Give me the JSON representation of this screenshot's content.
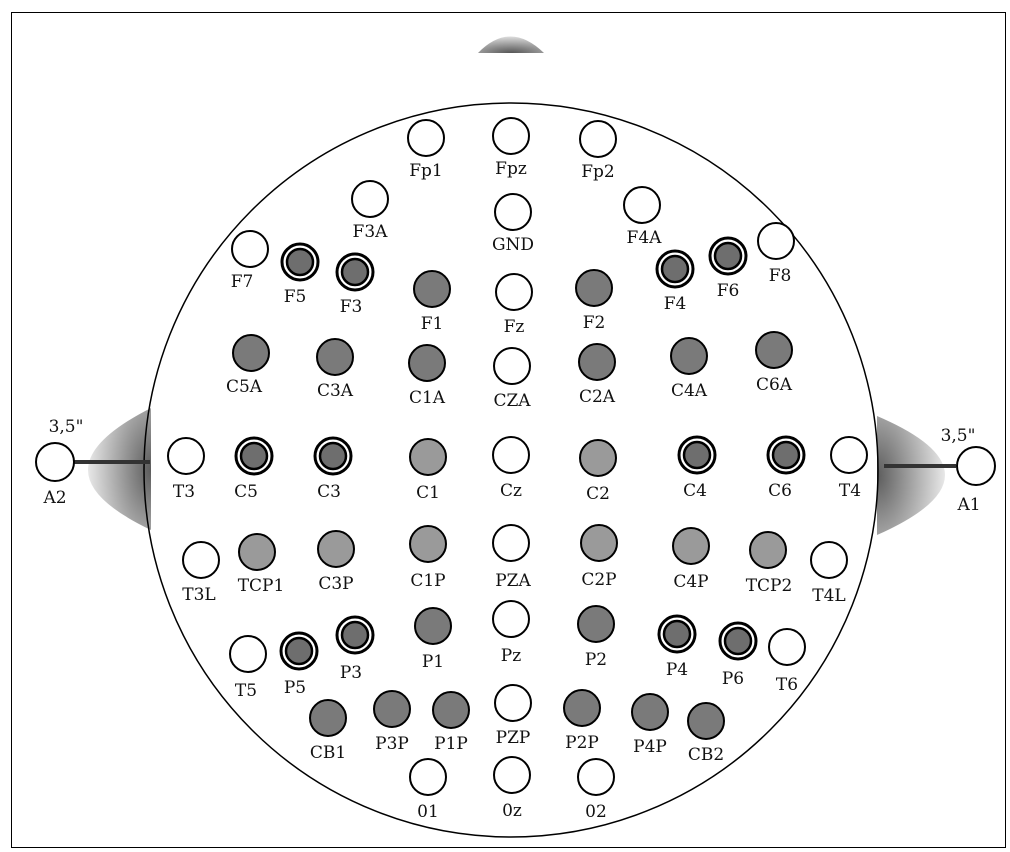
{
  "ear_left": {
    "label": "A2",
    "note": "3,5\""
  },
  "ear_right": {
    "label": "A1",
    "note": "3,5\""
  },
  "electrodes": [
    {
      "id": "Fp1",
      "fill": "white"
    },
    {
      "id": "Fpz",
      "fill": "white"
    },
    {
      "id": "Fp2",
      "fill": "white"
    },
    {
      "id": "F3A",
      "fill": "white"
    },
    {
      "id": "GND",
      "fill": "white"
    },
    {
      "id": "F4A",
      "fill": "white"
    },
    {
      "id": "F7",
      "fill": "white"
    },
    {
      "id": "F5",
      "fill": "ring"
    },
    {
      "id": "F3",
      "fill": "ring"
    },
    {
      "id": "F1",
      "fill": "gray"
    },
    {
      "id": "Fz",
      "fill": "white"
    },
    {
      "id": "F2",
      "fill": "gray"
    },
    {
      "id": "F4",
      "fill": "ring"
    },
    {
      "id": "F6",
      "fill": "ring"
    },
    {
      "id": "F8",
      "fill": "white"
    },
    {
      "id": "C5A",
      "fill": "gray"
    },
    {
      "id": "C3A",
      "fill": "gray"
    },
    {
      "id": "C1A",
      "fill": "gray"
    },
    {
      "id": "CZA",
      "fill": "white"
    },
    {
      "id": "C2A",
      "fill": "gray"
    },
    {
      "id": "C4A",
      "fill": "gray"
    },
    {
      "id": "C6A",
      "fill": "gray"
    },
    {
      "id": "T3",
      "fill": "white"
    },
    {
      "id": "C5",
      "fill": "ring"
    },
    {
      "id": "C3",
      "fill": "ring"
    },
    {
      "id": "C1",
      "fill": "light"
    },
    {
      "id": "Cz",
      "fill": "white"
    },
    {
      "id": "C2",
      "fill": "light"
    },
    {
      "id": "C4",
      "fill": "ring"
    },
    {
      "id": "C6",
      "fill": "ring"
    },
    {
      "id": "T4",
      "fill": "white"
    },
    {
      "id": "T3L",
      "fill": "white"
    },
    {
      "id": "TCP1",
      "fill": "light"
    },
    {
      "id": "C3P",
      "fill": "light"
    },
    {
      "id": "C1P",
      "fill": "light"
    },
    {
      "id": "PZA",
      "fill": "white"
    },
    {
      "id": "C2P",
      "fill": "light"
    },
    {
      "id": "C4P",
      "fill": "light"
    },
    {
      "id": "TCP2",
      "fill": "light"
    },
    {
      "id": "T4L",
      "fill": "white"
    },
    {
      "id": "T5",
      "fill": "white"
    },
    {
      "id": "P5",
      "fill": "ring"
    },
    {
      "id": "P3",
      "fill": "ring"
    },
    {
      "id": "P1",
      "fill": "gray"
    },
    {
      "id": "Pz",
      "fill": "white"
    },
    {
      "id": "P2",
      "fill": "gray"
    },
    {
      "id": "P4",
      "fill": "ring"
    },
    {
      "id": "P6",
      "fill": "ring"
    },
    {
      "id": "T6",
      "fill": "white"
    },
    {
      "id": "CB1",
      "fill": "gray"
    },
    {
      "id": "P3P",
      "fill": "gray"
    },
    {
      "id": "P1P",
      "fill": "gray"
    },
    {
      "id": "PZP",
      "fill": "white"
    },
    {
      "id": "P2P",
      "fill": "gray"
    },
    {
      "id": "P4P",
      "fill": "gray"
    },
    {
      "id": "CB2",
      "fill": "gray"
    },
    {
      "id": "01",
      "fill": "white"
    },
    {
      "id": "0z",
      "fill": "white"
    },
    {
      "id": "02",
      "fill": "white"
    }
  ],
  "colors": {
    "gray": "#7a7a7a",
    "light": "#9a9a9a",
    "ring_core": "#6e6e6e",
    "outline": "#000000",
    "ear_shade": "#9c9c9c"
  }
}
